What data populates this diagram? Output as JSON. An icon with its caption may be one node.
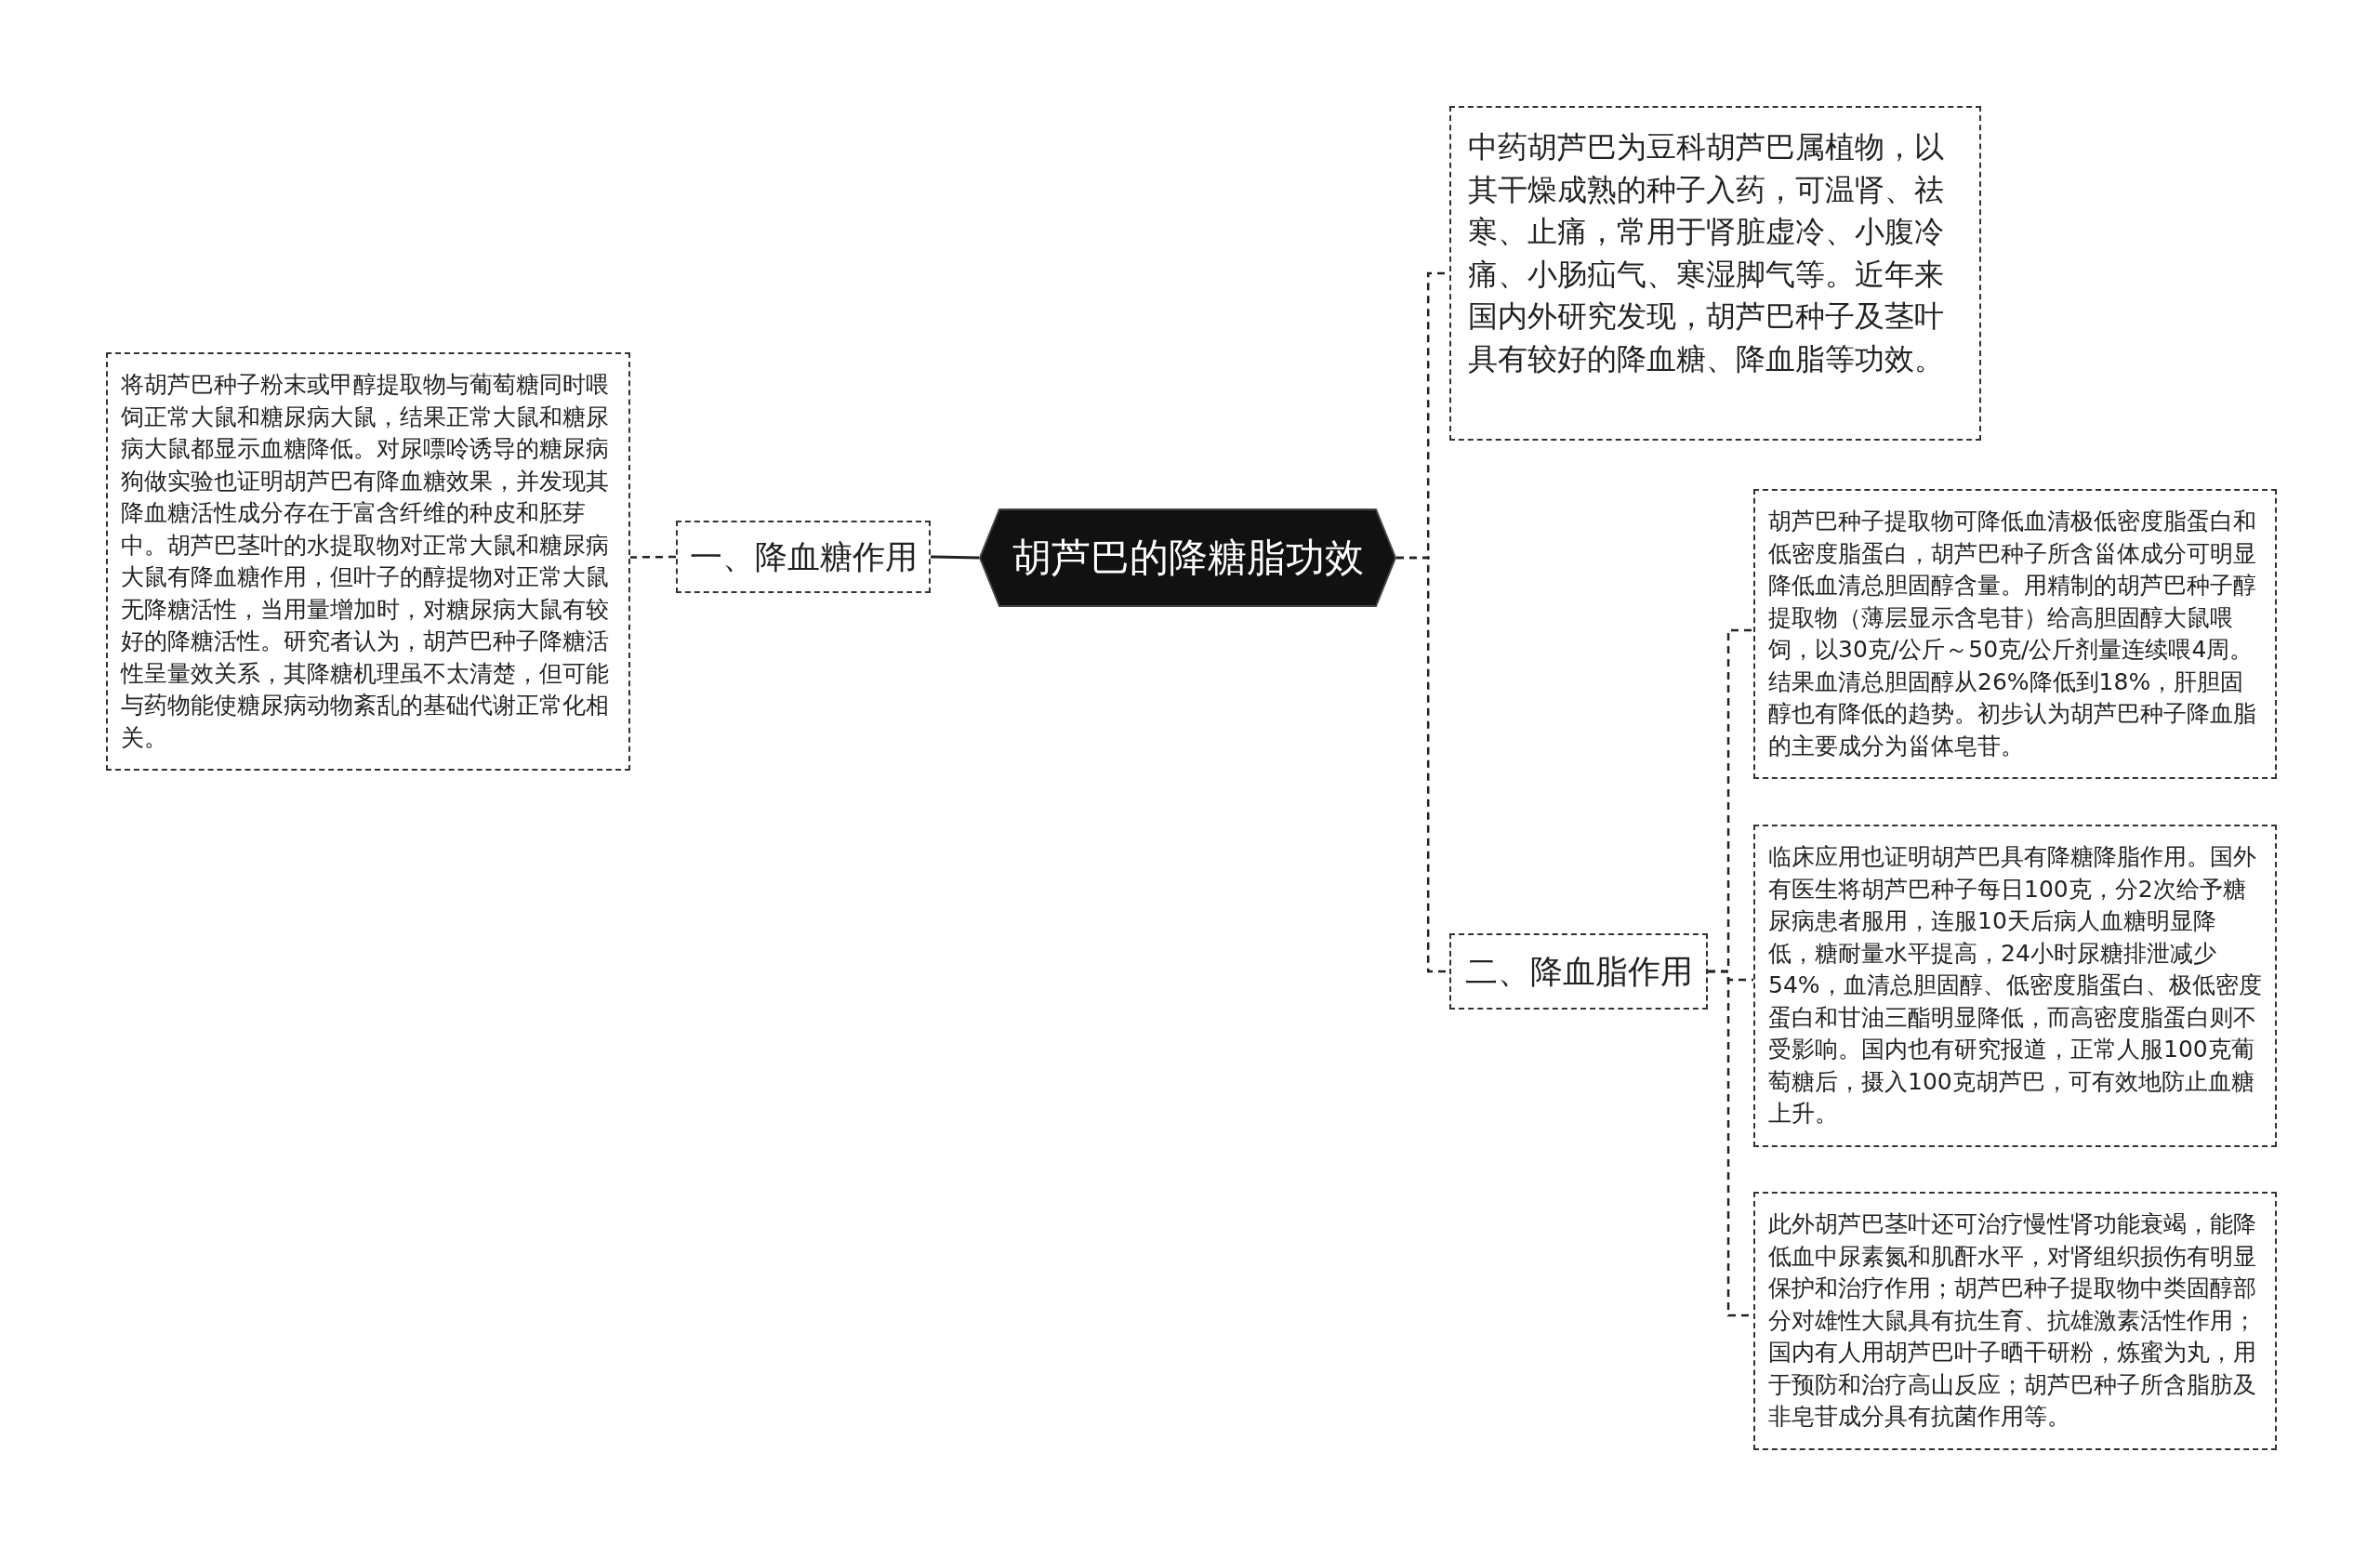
{
  "diagram": {
    "nodes": [
      {
        "text": [
          "胡芦巴的降糖脂功效"
        ]
      },
      {
        "text": [
          "一、降血糖作用"
        ]
      },
      {
        "text": [
          "将胡芦巴种子粉末或甲醇提取物与葡萄糖同时喂饲正常大鼠和糖尿病大鼠，结果正常大鼠和糖尿病大鼠都显示血糖降低。对尿嘌呤诱导的糖尿病狗做实验也证明胡芦巴有降血糖效果，并发现其降血糖活性成分存在于富含纤维的种皮和胚芽中。胡芦巴茎叶的水提取物对正常大鼠和糖尿病大鼠有降血糖作用，但叶子的醇提物对正常大鼠无降糖活性，当用量增加时，对糖尿病大鼠有较好的降糖活性。研究者认为，胡芦巴种子降糖活性呈量效关系，其降糖机理虽不太清楚，但可能与药物能使糖尿病动物紊乱的基础代谢正常化相关。"
        ]
      },
      {
        "text": [
          "中药胡芦巴为豆科胡芦巴属植物，以其干燥成熟的种子入药，可温肾、祛寒、止痛，常用于肾脏虚冷、小腹冷痛、小肠疝气、寒湿脚气等。近年来国内外研究发现，胡芦巴种子及茎叶具有较好的降血糖、降血脂等功效。"
        ]
      },
      {
        "text": [
          "二、降血脂作用"
        ]
      },
      {
        "text": [
          "胡芦巴种子提取物可降低血清极低密度脂蛋白和低密度脂蛋白，胡芦巴种子所含甾体成分可明显降低血清总胆固醇含量。用精制的胡芦巴种子醇提取物（薄层显示含皂苷）给高胆固醇大鼠喂饲，以30克/公斤～50克/公斤剂量连续喂4周。结果血清总胆固醇从26%降低到18%，肝胆固醇也有降低的趋势。初步认为胡芦巴种子降血脂的主要成分为甾体皂苷。"
        ]
      },
      {
        "text": [
          "临床应用也证明胡芦巴具有降糖降脂作用。国外有医生将胡芦巴种子每日100克，分2次给予糖尿病患者服用，连服10天后病人血糖明显降低，糖耐量水平提高，24小时尿糖排泄减少54%，血清总胆固醇、低密度脂蛋白、极低密度蛋白和甘油三酯明显降低，而高密度脂蛋白则不受影响。国内也有研究报道，正常人服100克葡萄糖后，摄入100克胡芦巴，可有效地防止血糖上升。"
        ]
      },
      {
        "text": [
          "此外胡芦巴茎叶还可治疗慢性肾功能衰竭，能降低血中尿素氮和肌酐水平，对肾组织损伤有明显保护和治疗作用；胡芦巴种子提取物中类固醇部分对雄性大鼠具有抗生育、抗雄激素活性作用；国内有人用胡芦巴叶子晒干研粉，炼蜜为丸，用于预防和治疗高山反应；胡芦巴种子所含脂肪及非皂苷成分具有抗菌作用等。"
        ]
      }
    ],
    "edges": [
      {
        "from": 0,
        "to": 1,
        "arrow": "none"
      },
      {
        "from": 1,
        "to": 2,
        "arrow": "none",
        "style": "dashed"
      },
      {
        "from": 0,
        "to": 3,
        "arrow": "none",
        "style": "dashed"
      },
      {
        "from": 0,
        "to": 4,
        "arrow": "none",
        "style": "dashed"
      },
      {
        "from": 4,
        "to": 5,
        "arrow": "none",
        "style": "dashed"
      },
      {
        "from": 4,
        "to": 6,
        "arrow": "none",
        "style": "dashed"
      },
      {
        "from": 4,
        "to": 7,
        "arrow": "none",
        "style": "dashed"
      }
    ]
  }
}
